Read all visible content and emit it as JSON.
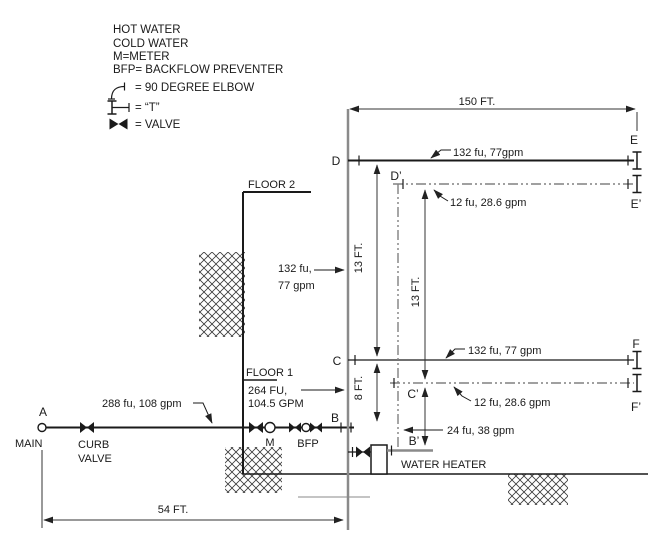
{
  "legend": {
    "items": [
      {
        "label": "HOT WATER"
      },
      {
        "label": "COLD WATER"
      },
      {
        "label": "M=METER"
      },
      {
        "label": "BFP= BACKFLOW PREVENTER"
      },
      {
        "symbol": "90-degree-elbow-icon",
        "label": "= 90 DEGREE ELBOW"
      },
      {
        "symbol": "tee-icon",
        "label": "= “T”"
      },
      {
        "symbol": "valve-icon",
        "label": "= VALVE"
      }
    ]
  },
  "nodes": {
    "a": "A",
    "b": "B",
    "b_prime": "B’",
    "c": "C",
    "c_prime": "C’",
    "d": "D",
    "d_prime": "D’",
    "e": "E",
    "e_prime": "E’",
    "f": "F",
    "f_prime": "F’"
  },
  "labels": {
    "main": "MAIN",
    "curb_valve_line1": "CURB",
    "curb_valve_line2": "VALVE",
    "meter": "M",
    "bfp": "BFP",
    "floor_2": "FLOOR 2",
    "floor_1": "FLOOR 1",
    "water_heater": "WATER HEATER"
  },
  "flows": {
    "service_main": "288 fu, 108 gpm",
    "riser_b_to_c_line1": "264 FU,",
    "riser_b_to_c_line2": "104.5 GPM",
    "riser_c_to_d_line1": "132 fu,",
    "riser_c_to_d_line2": "77 gpm",
    "branch_d_to_e": "132 fu, 77gpm",
    "branch_dp_to_ep": "12 fu, 28.6 gpm",
    "branch_c_to_f": "132 fu, 77 gpm",
    "branch_cp_to_fp": "12 fu, 28.6 gpm",
    "hot_riser": "24 fu, 38 gpm"
  },
  "dimensions": {
    "upper_run_length": "150 FT.",
    "service_run_length": "54 FT.",
    "c_to_d_height": "13 FT.",
    "cp_to_dp_height": "13 FT.",
    "b_to_c_height": "8 FT."
  },
  "colors": {
    "line": "#1a1a1a",
    "cold_riser_gray": "#8a8a8a",
    "hot_line_gray": "#808080",
    "dimension_gray": "#333333"
  }
}
